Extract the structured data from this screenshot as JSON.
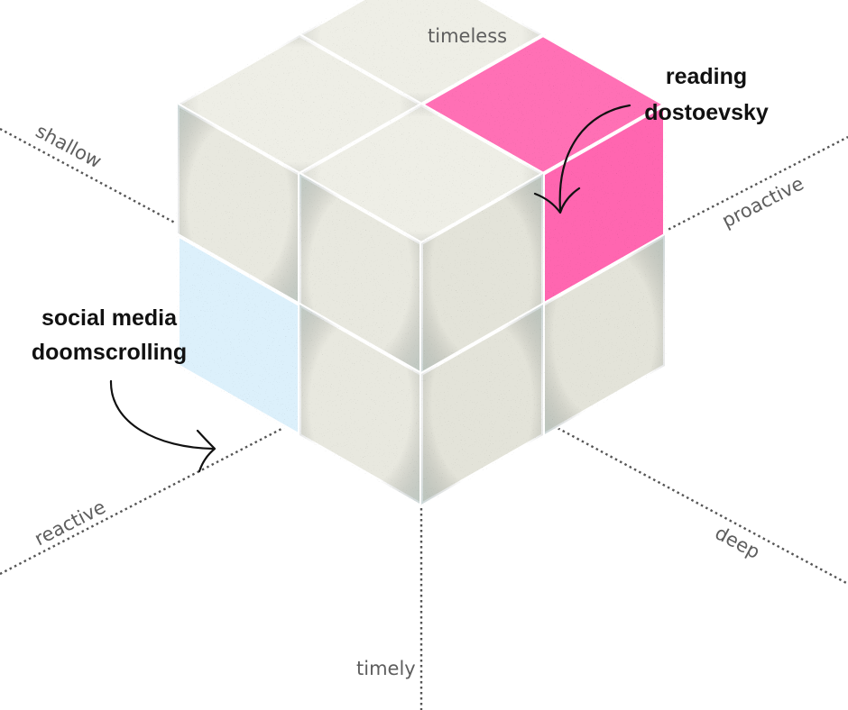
{
  "axes": {
    "top": "timeless",
    "bottom": "timely",
    "upper_left": "shallow",
    "lower_right": "deep",
    "upper_right": "proactive",
    "lower_left": "reactive"
  },
  "annotations": {
    "pink": {
      "line1": "reading",
      "line2": "dostoevsky"
    },
    "blue": {
      "line1": "social media",
      "line2": "doomscrolling"
    }
  },
  "colors": {
    "cube_top": "#eeeee6",
    "cube_left": "#e8e8df",
    "cube_right": "#e3e3d9",
    "shadow_speckle": "#93b2b3",
    "highlight_pink": "#ff6fb5",
    "highlight_pink_side": "#ff66b0",
    "highlight_blue": "#dcf0fb",
    "axis": "#555555",
    "text": "#111111"
  }
}
